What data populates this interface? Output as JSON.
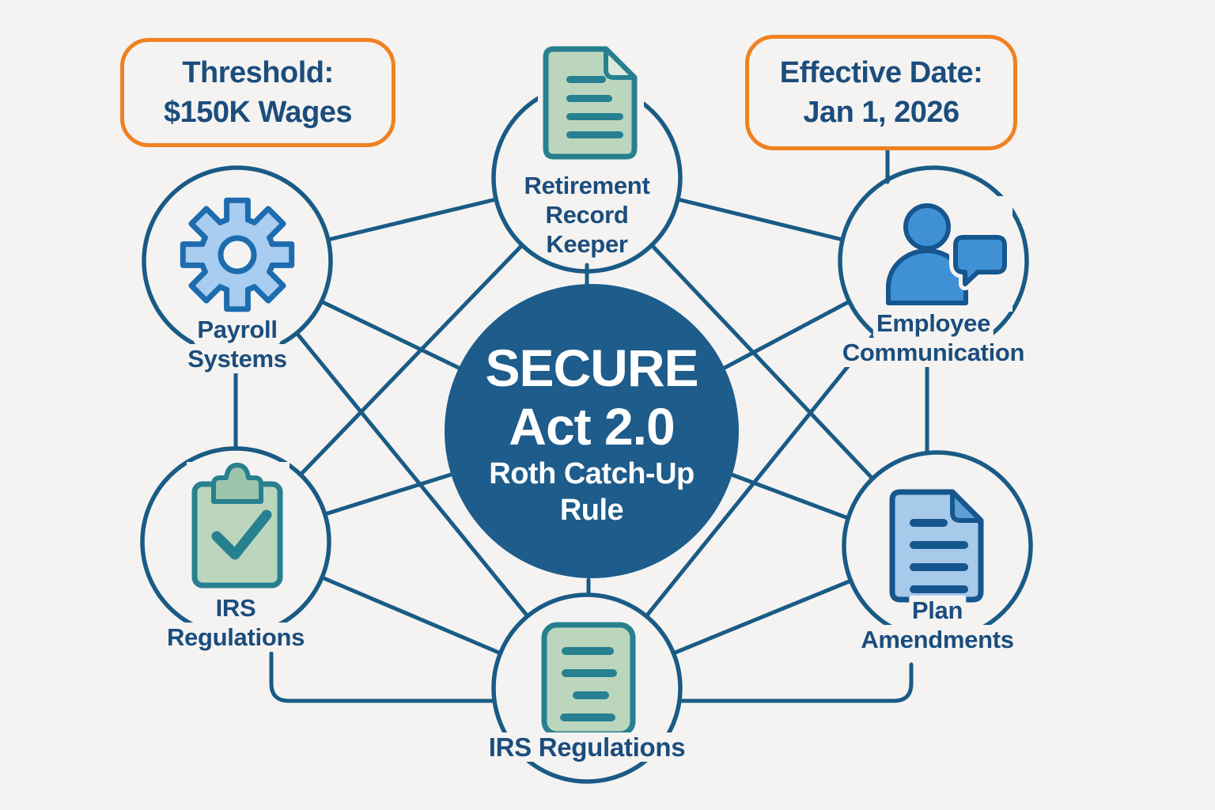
{
  "callouts": {
    "threshold": {
      "lines": [
        "Threshold:",
        "$150K Wages"
      ]
    },
    "effective": {
      "lines": [
        "Effective Date:",
        "Jan 1, 2026"
      ]
    }
  },
  "center": {
    "icon": "hub-circle",
    "lines": [
      "SECURE",
      "Act 2.0",
      "Roth Catch-Up",
      "Rule"
    ]
  },
  "nodes": [
    {
      "id": "retirement-record-keeper",
      "icon": "document-icon",
      "lines": [
        "Retirement",
        "Record",
        "Keeper"
      ]
    },
    {
      "id": "payroll-systems",
      "icon": "gear-icon",
      "lines": [
        "Payroll",
        "Systems"
      ]
    },
    {
      "id": "employee-communication",
      "icon": "person-chat-icon",
      "lines": [
        "Employee",
        "Communication"
      ]
    },
    {
      "id": "irs-regulations-left",
      "icon": "clipboard-check-icon",
      "lines": [
        "IRS",
        "Regulations"
      ]
    },
    {
      "id": "plan-amendments",
      "icon": "document-text-icon",
      "lines": [
        "Plan",
        "Amendments"
      ]
    },
    {
      "id": "irs-regulations-bottom",
      "icon": "document-lines-icon",
      "lines": [
        "IRS Regulations"
      ]
    }
  ],
  "colors": {
    "background": "#f4f3f1",
    "line": "#1a5b86",
    "text": "#1b4d7d",
    "center_fill": "#1d5c8b",
    "center_text": "#ffffff",
    "callout_border": "#f08122",
    "green_fill": "#bcd6be",
    "green_fold": "#dcead9",
    "teal_stroke": "#27808f",
    "gear_fill": "#a9cdf0",
    "gear_stroke": "#1e6cb0",
    "person_fill": "#3f90d4",
    "dark_stroke": "#16568e",
    "doc_blue_fill": "#a7c9ea",
    "doc_blue_fold": "#5d9fd6",
    "clipboard_tab": "#9cc4ab"
  }
}
